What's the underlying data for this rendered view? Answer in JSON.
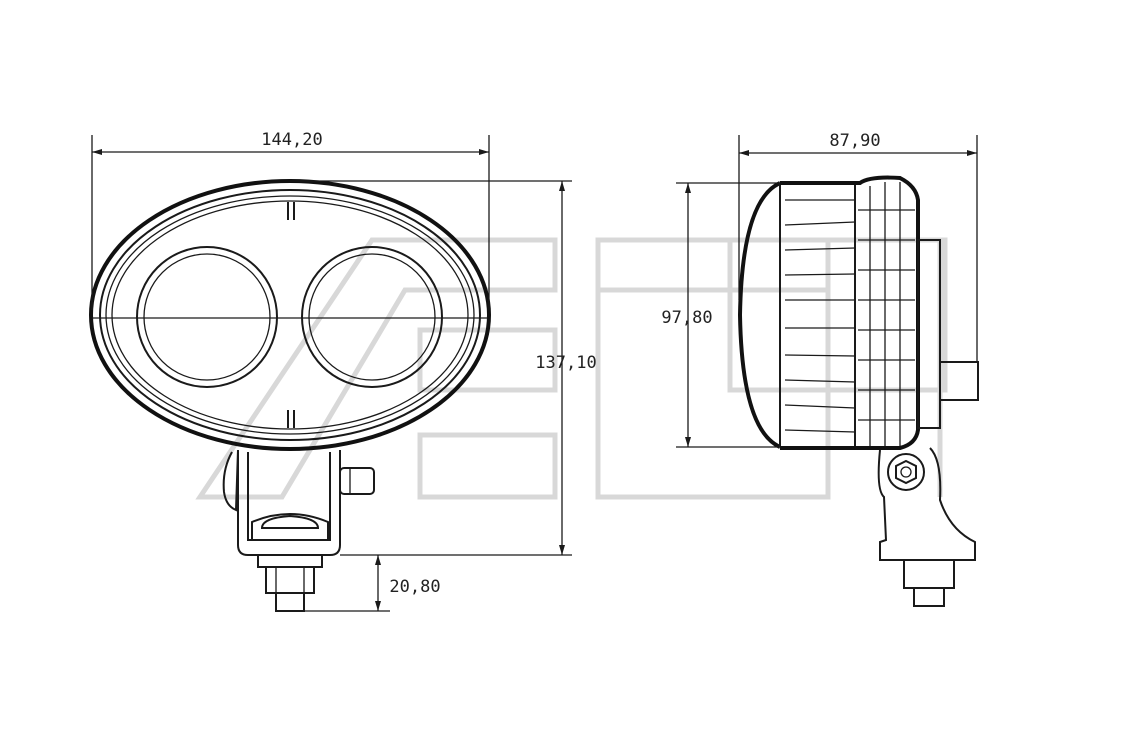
{
  "dimensions": {
    "width_front": "144,20",
    "height_total": "137,10",
    "connector_length": "20,80",
    "depth_side": "87,90",
    "housing_height_side": "97,80"
  },
  "watermark": "logo-watermark",
  "colors": {
    "line": "#1a1a1a",
    "watermark": "#d8d8d8",
    "background": "#ffffff"
  }
}
